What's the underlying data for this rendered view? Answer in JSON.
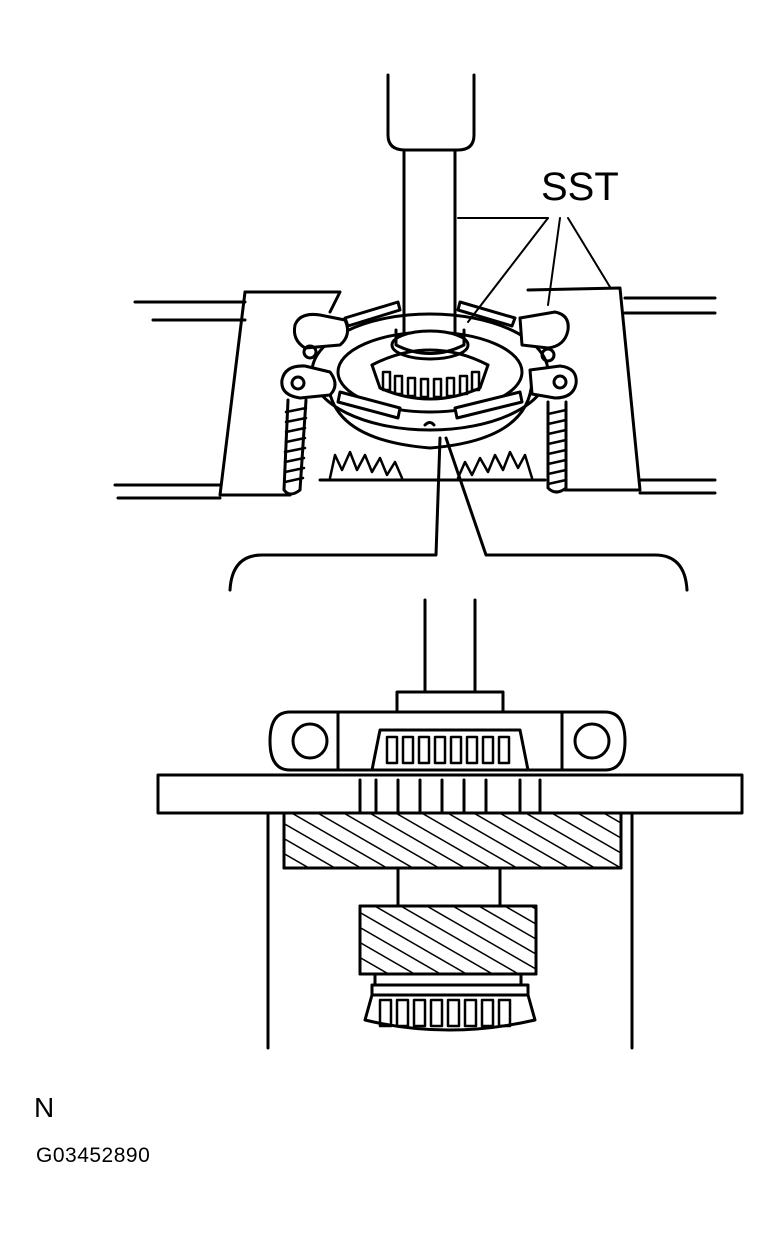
{
  "diagram": {
    "callout_label": "SST",
    "view_letter": "N",
    "figure_id": "G03452890"
  }
}
